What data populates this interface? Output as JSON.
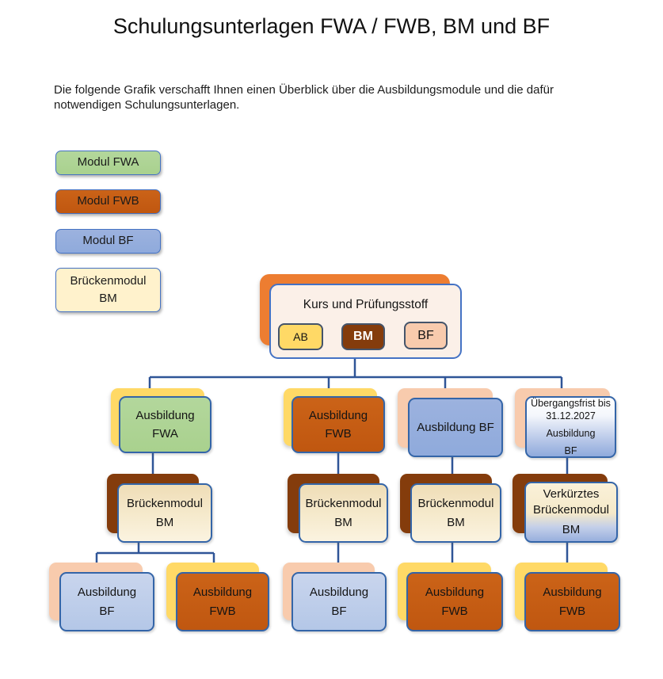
{
  "title": "Schulungsunterlagen FWA / FWB, BM und BF",
  "intro": "Die folgende Grafik verschafft Ihnen einen Überblick über die Ausbildungsmodule und die dafür notwendigen Schulungsunterlagen.",
  "legend": {
    "modul_fwa": "Modul FWA",
    "modul_fwb": "Modul FWB",
    "modul_bf": "Modul BF",
    "brueckenmodul_line1": "Brückenmodul",
    "brueckenmodul_line2": "BM"
  },
  "root": {
    "title": "Kurs und Prüfungsstoff",
    "chip_ab": "AB",
    "chip_bm": "BM",
    "chip_bf": "BF"
  },
  "row_ausbildung": {
    "fwa": {
      "line1": "Ausbildung",
      "line2": "FWA"
    },
    "fwb": {
      "line1": "Ausbildung",
      "line2": "FWB"
    },
    "bf": {
      "label": "Ausbildung BF"
    },
    "uebergang": {
      "note": "Übergangsfrist bis 31.12.2027",
      "line1": "Ausbildung",
      "line2": "BF"
    }
  },
  "row_brueckenmodul": {
    "b1": {
      "line1": "Brückenmodul",
      "line2": "BM"
    },
    "b2": {
      "line1": "Brückenmodul",
      "line2": "BM"
    },
    "b3": {
      "line1": "Brückenmodul",
      "line2": "BM"
    },
    "b4": {
      "line1": "Verkürztes",
      "line2": "Brückenmodul",
      "line3": "BM"
    }
  },
  "row_bottom": {
    "c1a": {
      "line1": "Ausbildung",
      "line2": "BF"
    },
    "c1b": {
      "line1": "Ausbildung",
      "line2": "FWB"
    },
    "c2": {
      "line1": "Ausbildung",
      "line2": "BF"
    },
    "c3": {
      "line1": "Ausbildung",
      "line2": "FWB"
    },
    "c4": {
      "line1": "Ausbildung",
      "line2": "FWB"
    }
  },
  "colors": {
    "modul_fwa_green": "#A9D18E",
    "modul_fwb_orange": "#C55A11",
    "modul_bf_blue": "#8FAADC",
    "modul_bf_light_blue": "#B4C7E7",
    "brueckenmodul_cream": "#FFF2CC",
    "shadow_yellow": "#FFD966",
    "shadow_peach": "#F8CBAD",
    "shadow_brown": "#843C0C",
    "root_shadow_orange": "#ED7D31",
    "chip_bm_brown": "#843C0C",
    "connector_blue": "#2F5597",
    "box_border_blue": "#4472C4",
    "chip_border_slate": "#44546A"
  }
}
